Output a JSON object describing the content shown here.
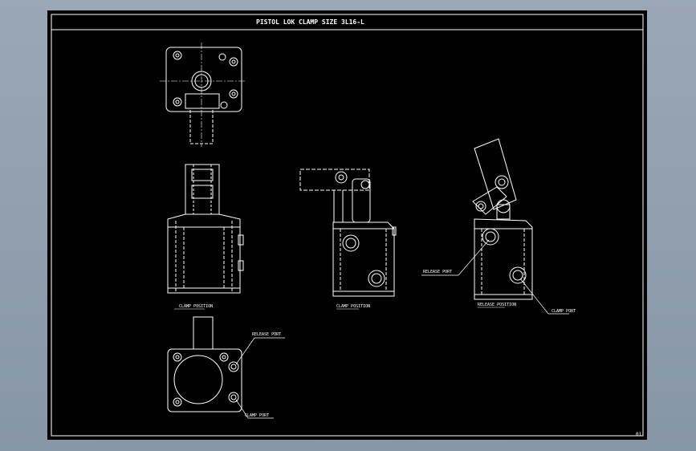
{
  "drawing": {
    "title": "PISTOL LOK CLAMP  SIZE 3L16-L",
    "page_number": "01",
    "views": {
      "clamp_view": "CLAMP POSITION",
      "side_view": "CLAMP POSITION",
      "release_view": "RELEASE POSITION"
    },
    "callouts": {
      "release_port": "RELEASE PORT",
      "clamp_port": "CLAMP PORT",
      "port_top": "RELEASE PORT",
      "port_bottom": "CLAMP PORT"
    }
  },
  "colors": {
    "background": "#000000",
    "line": "#ffffff",
    "frame_outer": "#8796a7"
  }
}
